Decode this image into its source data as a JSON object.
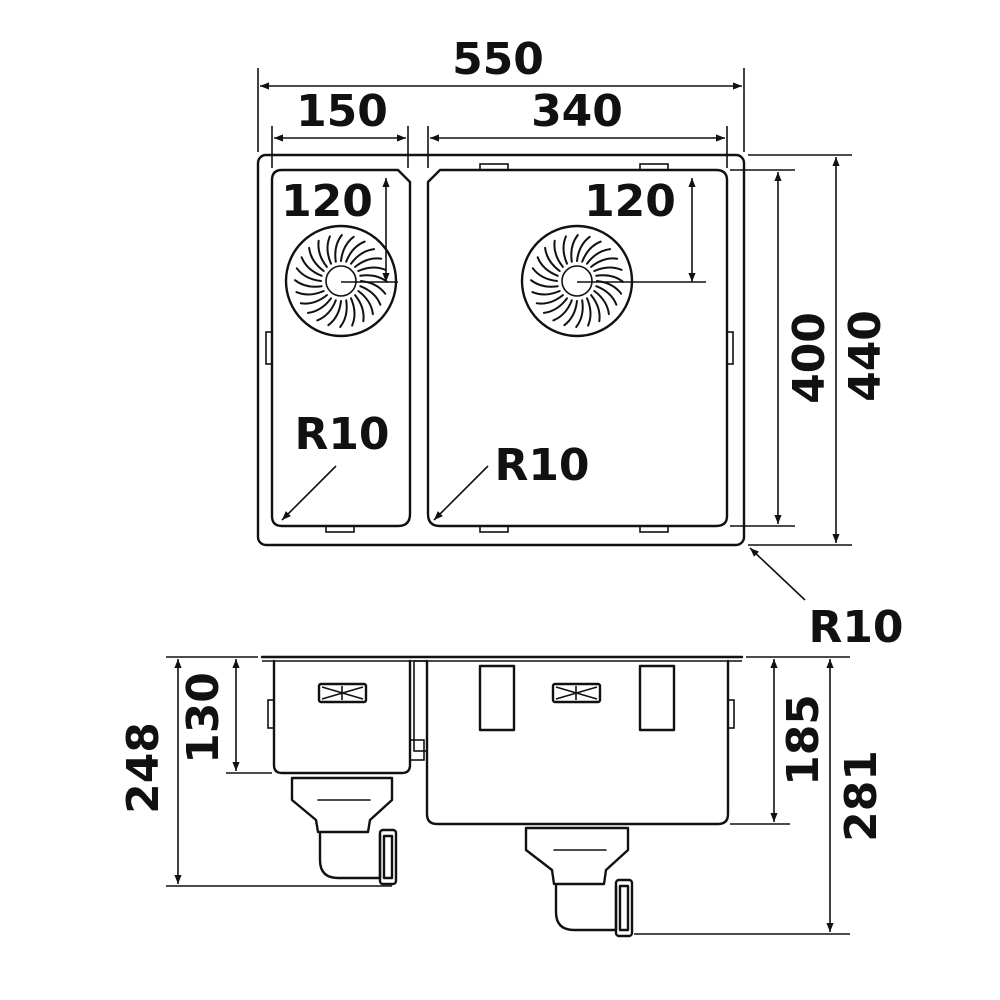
{
  "top_view": {
    "width_total": "550",
    "width_small_bowl": "150",
    "width_large_bowl": "340",
    "height_inner": "400",
    "height_outer": "440",
    "drain_offset_small": "120",
    "drain_offset_large": "120",
    "radius_small_bowl": "R10",
    "radius_large_bowl": "R10",
    "radius_outer": "R10"
  },
  "side_view": {
    "depth_small_bowl": "130",
    "depth_small_total": "248",
    "depth_large_bowl": "185",
    "depth_large_total": "281"
  },
  "colors": {
    "line": "#111111",
    "background": "#ffffff"
  }
}
